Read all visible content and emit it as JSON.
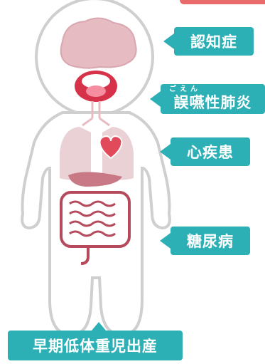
{
  "colors": {
    "label_bg": "#2cb0b5",
    "outline": "#cfcfcf",
    "organ_pink": "#e6bcc2",
    "organ_dark": "#c97985",
    "intestine": "#b44a5c",
    "heart": "#e04a5a",
    "mouth": "#d6334a"
  },
  "labels": {
    "dementia": "認知症",
    "pneumonia_ruby": "ごえん",
    "pneumonia": "誤嚥性肺炎",
    "heart_disease": "心疾患",
    "diabetes": "糖尿病",
    "preterm_low_birth_weight": "早期低体重児出産"
  }
}
